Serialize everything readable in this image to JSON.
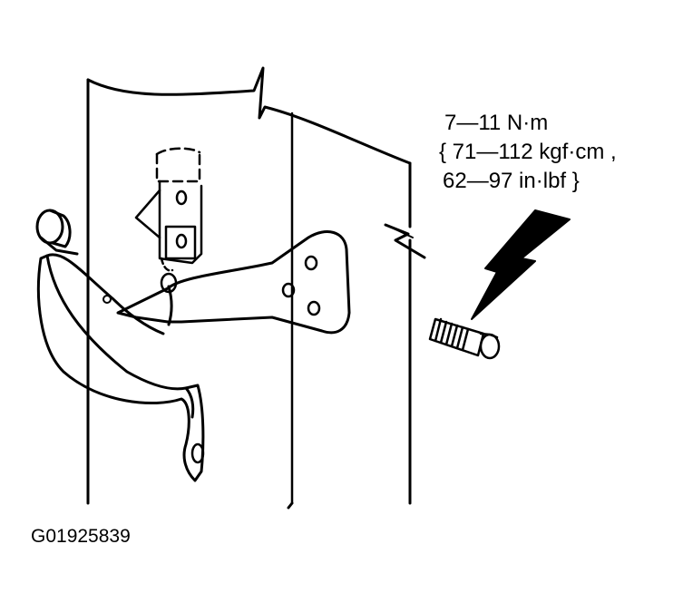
{
  "torque_spec": {
    "line1": "7—11 N·m",
    "line2": "{ 71—112 kgf·cm ,",
    "line3": "62—97 in·lbf }"
  },
  "figure_id": "G01925839",
  "colors": {
    "ink": "#000000",
    "paper": "#ffffff"
  }
}
